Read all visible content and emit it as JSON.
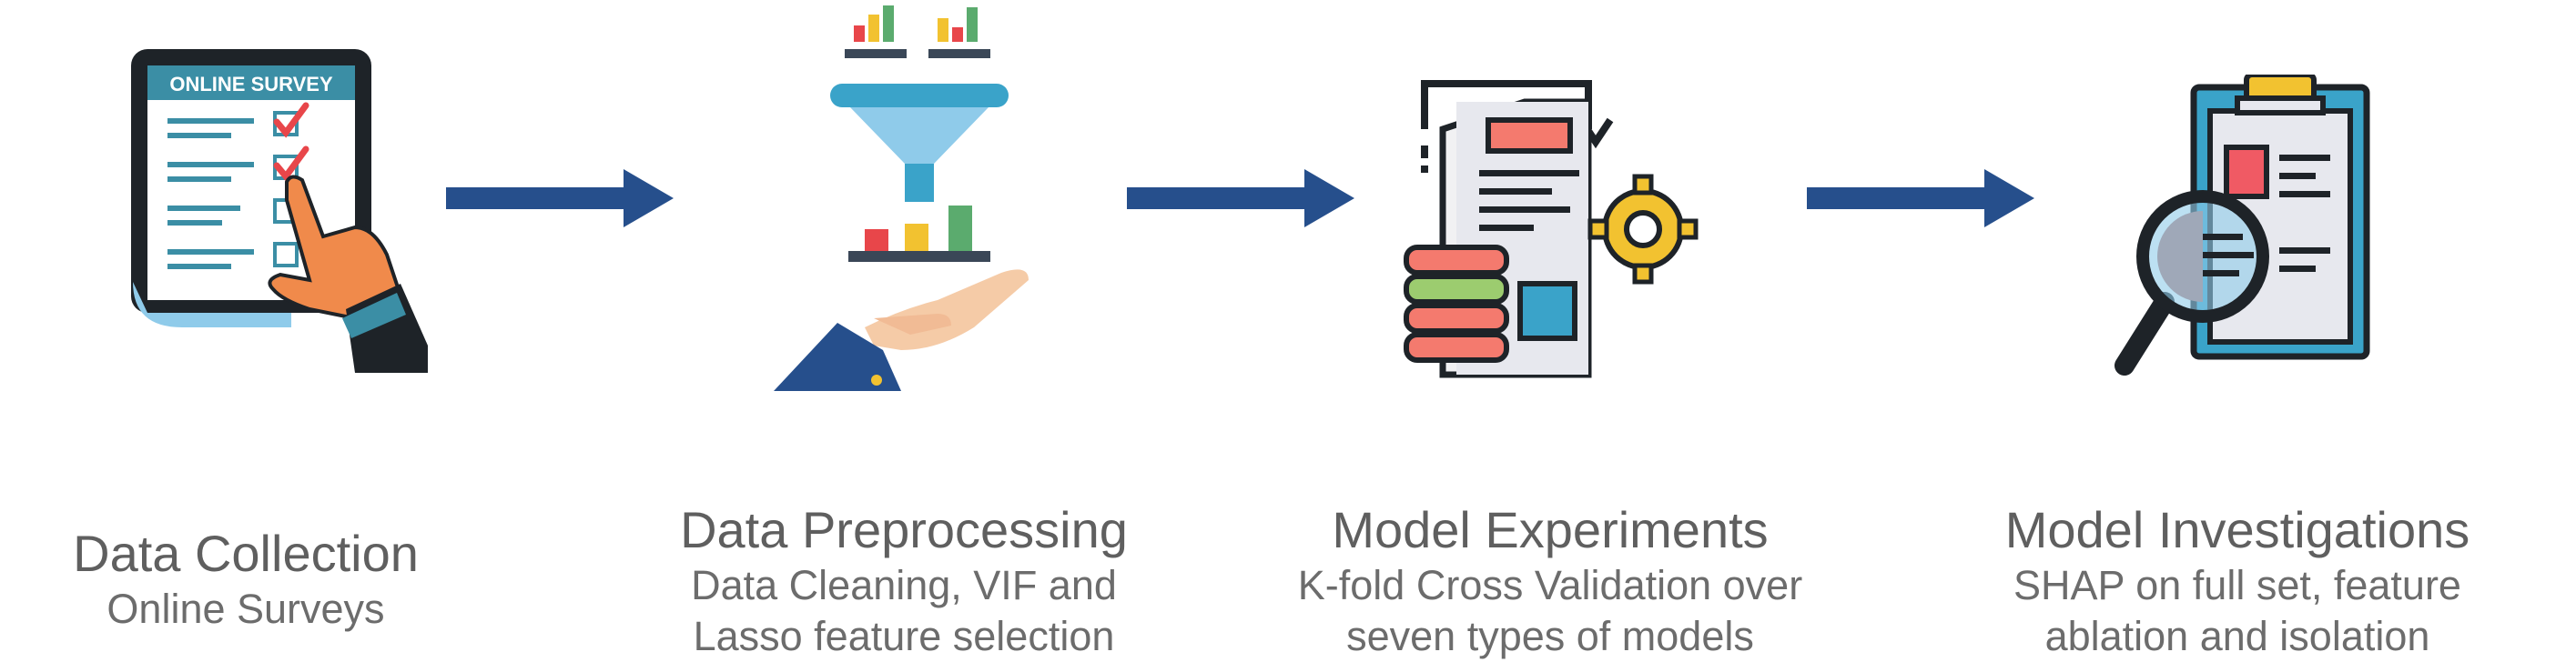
{
  "stages": [
    {
      "title": "Data Collection",
      "subtitle_lines": [
        "Online Surveys"
      ],
      "icon": "online-survey-tablet-icon",
      "icon_text": "ONLINE SURVEY"
    },
    {
      "title": "Data Preprocessing",
      "subtitle_lines": [
        "Data Cleaning, VIF and",
        "Lasso feature selection"
      ],
      "icon": "funnel-filter-icon"
    },
    {
      "title": "Model Experiments",
      "subtitle_lines": [
        "K-fold Cross Validation over",
        "seven types of models"
      ],
      "icon": "document-gear-database-icon"
    },
    {
      "title": "Model Investigations",
      "subtitle_lines": [
        "SHAP on full set, feature",
        "ablation and isolation"
      ],
      "icon": "clipboard-magnifier-icon"
    }
  ],
  "colors": {
    "arrow": "#264f8c",
    "text_title": "#5f5f5f",
    "text_sub": "#6c6c6c",
    "teal": "#3b8ea5",
    "red": "#e8464a",
    "orange": "#f08a4b",
    "yellow": "#f2c230",
    "green": "#5bab6e",
    "light_blue": "#8fcbea",
    "dark": "#1f2226"
  }
}
